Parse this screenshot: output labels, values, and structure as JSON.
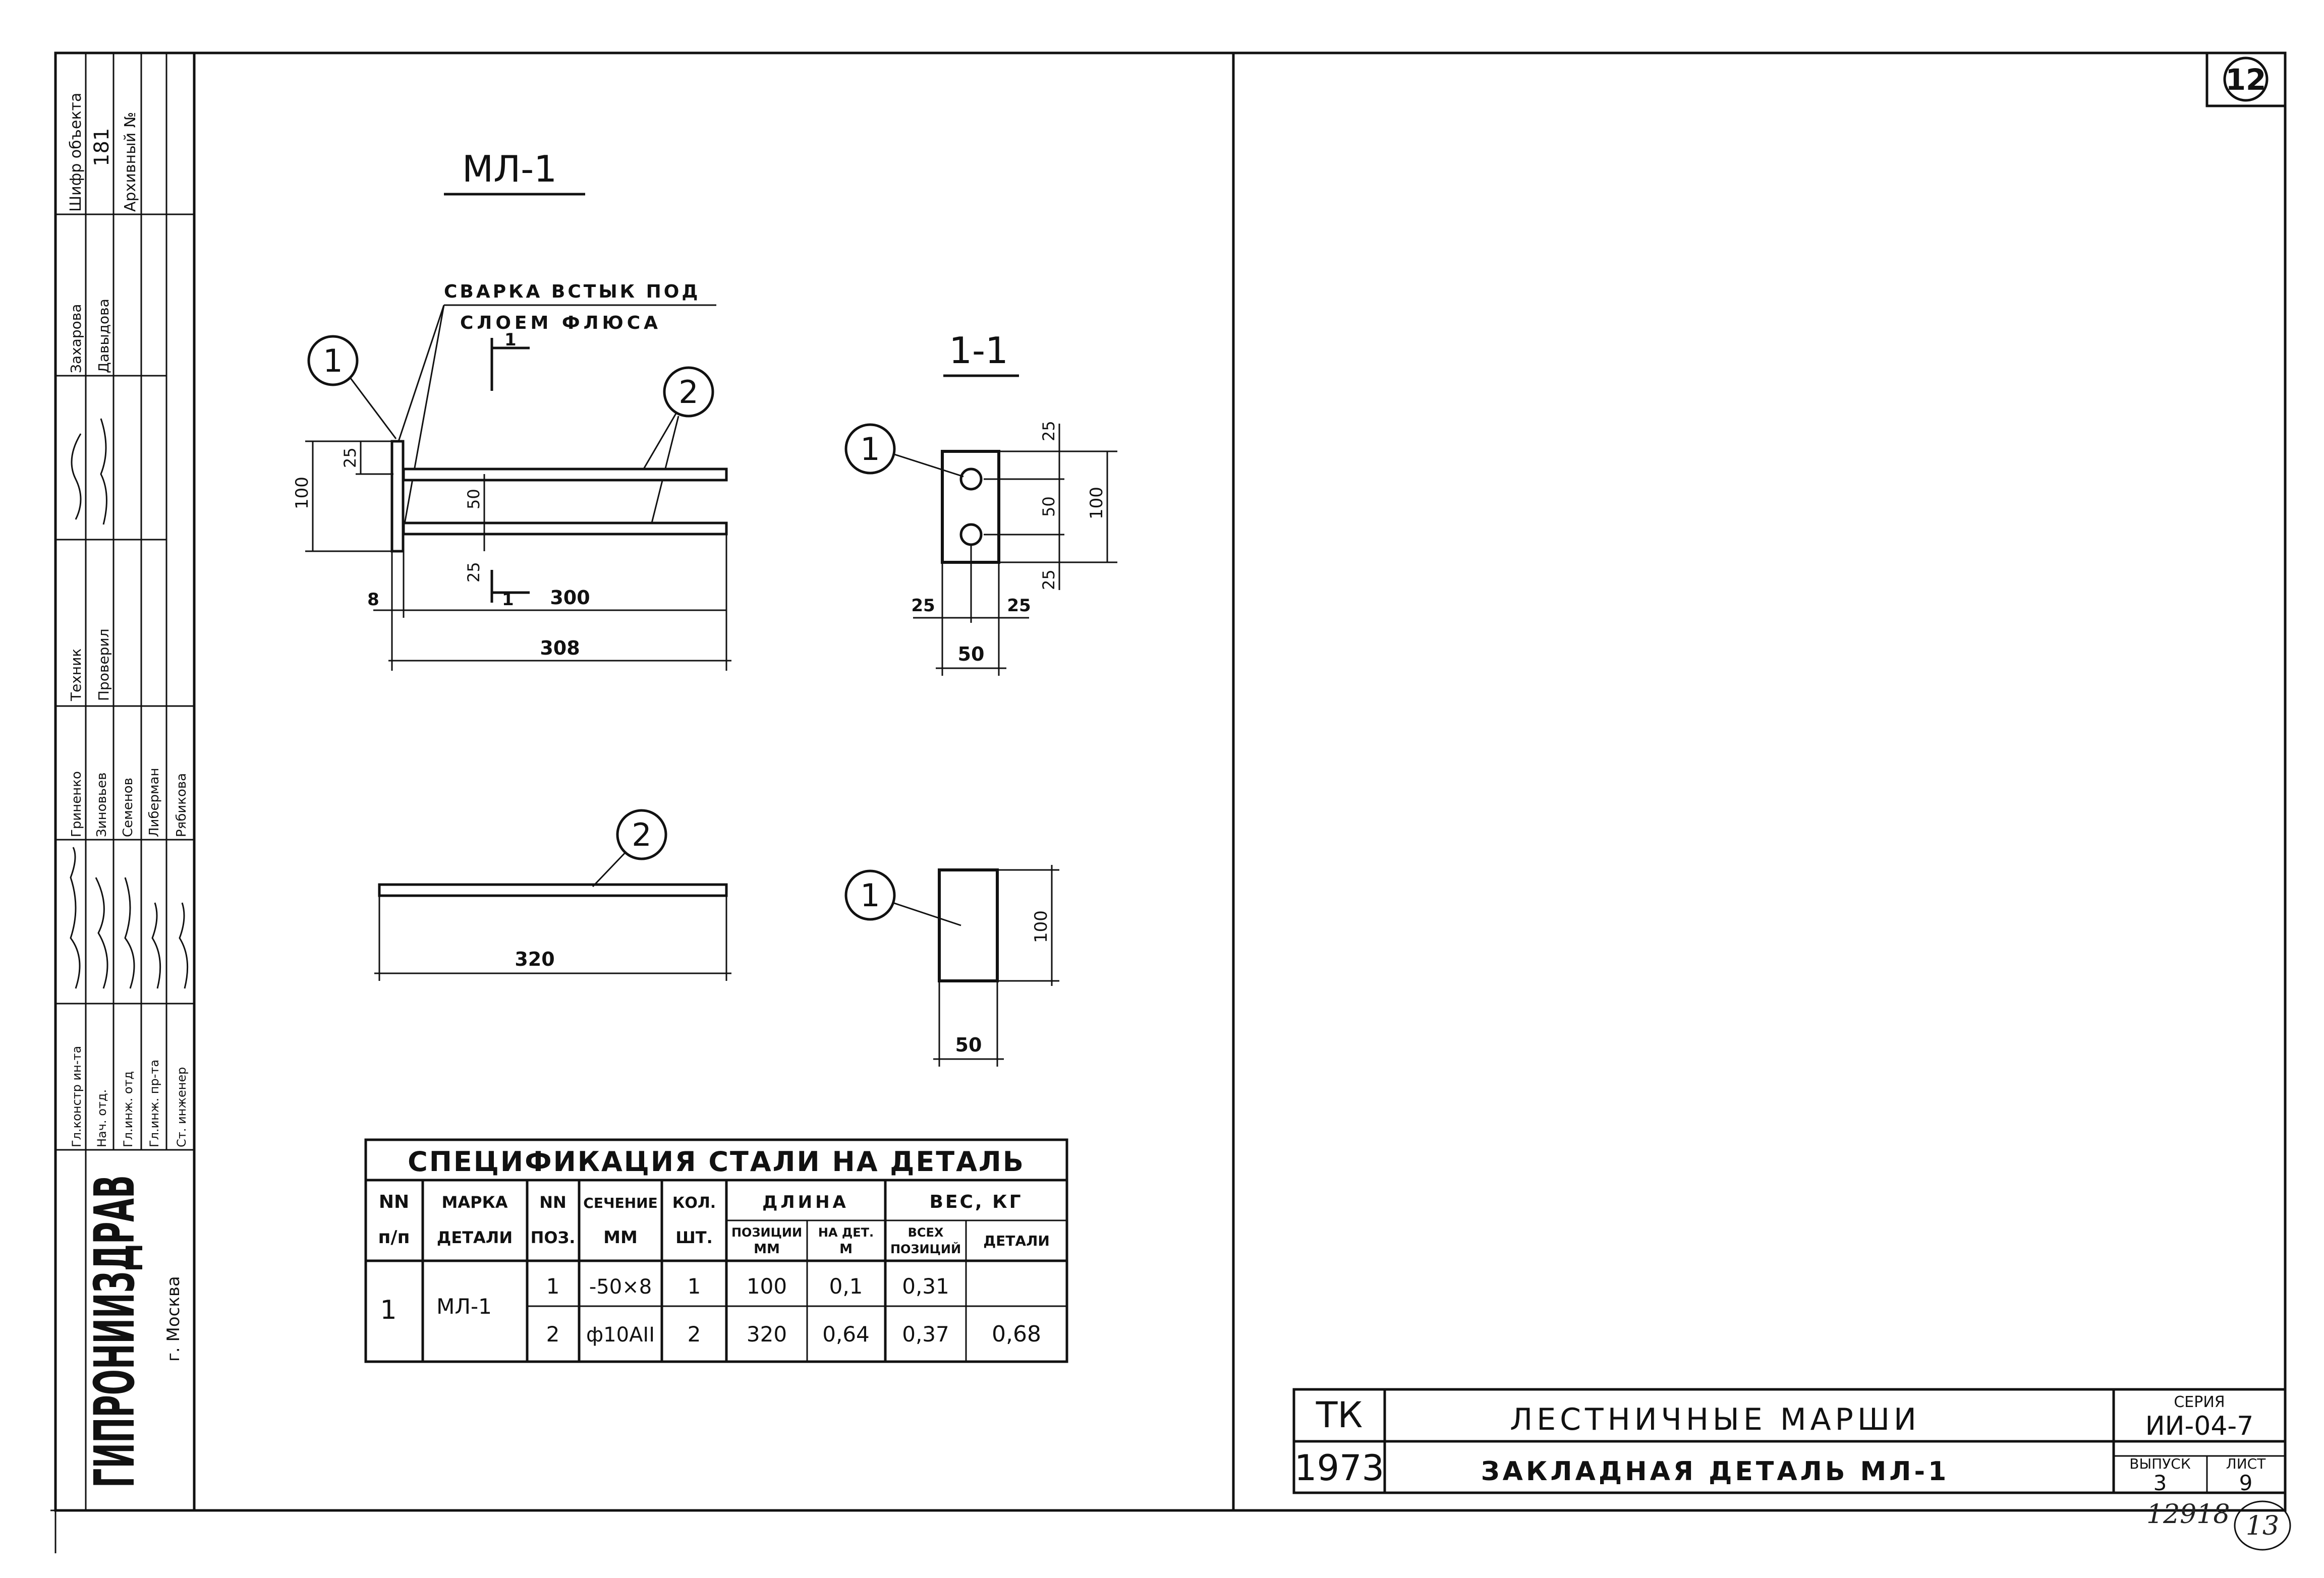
{
  "sheet_number": "12",
  "sheet_number_alt": "13",
  "archive_code": "12918",
  "side_stamp": {
    "object_code_label": "Шифр объекта",
    "object_code": "181",
    "archive_label": "Архивный №",
    "roles": [
      "Гл.констр ин-та",
      "Нач. отд.",
      "Гл.инж. отд",
      "Гл.инж. пр-та",
      "Ст. инженер",
      "Техник",
      "Проверил"
    ],
    "names": [
      "Гриненко",
      "Зиновьев",
      "Семенов",
      "Либерман",
      "Рябикова",
      "Захарова",
      "Давыдова"
    ],
    "organization": "ГИПРОНИИЗДРАВ",
    "city": "г. Москва"
  },
  "views": {
    "main_title": "МЛ-1",
    "section_title": "1-1",
    "weld_note_line1": "СВАРКА ВСТЫК ПОД",
    "weld_note_line2": "СЛОЕМ ФЛЮСА",
    "section_mark": "1",
    "callout_1": "1",
    "callout_2": "2",
    "dims": {
      "plate_height": "100",
      "edge_25_top": "25",
      "between_bars": "50",
      "edge_25_bottom": "25",
      "plate_thick": "8",
      "bar_projection": "300",
      "overall": "308",
      "sec_top": "25",
      "sec_mid": "50",
      "sec_bot": "25",
      "sec_height": "100",
      "sec_left": "25",
      "sec_right": "25",
      "sec_width": "50",
      "bar_length": "320",
      "plate_h2": "100",
      "plate_w2": "50"
    }
  },
  "spec_table": {
    "title": "СПЕЦИФИКАЦИЯ СТАЛИ НА ДЕТАЛЬ",
    "headers": {
      "nn": "NN",
      "pp": "п/п",
      "marka": "МАРКА",
      "detali": "ДЕТАЛИ",
      "nn2": "NN",
      "poz": "ПОЗ.",
      "sechenie": "СЕЧЕНИЕ",
      "mm": "ММ",
      "kol": "КОЛ.",
      "sht": "ШТ.",
      "dlina": "ДЛИНА",
      "poz_mm_1": "ПОЗИЦИИ",
      "poz_mm_2": "ММ",
      "na_det_1": "НА ДЕТ.",
      "na_det_2": "М",
      "ves": "ВЕС, КГ",
      "vseh_1": "ВСЕХ",
      "vseh_2": "ПОЗИЦИЙ",
      "detali_w": "ДЕТАЛИ"
    },
    "detail_no": "1",
    "detail_mark": "МЛ-1",
    "rows": [
      {
        "pos": "1",
        "section": "-50×8",
        "qty": "1",
        "len_pos": "100",
        "len_det": "0,1",
        "w_all": "0,31"
      },
      {
        "pos": "2",
        "section": "ф10АII",
        "qty": "2",
        "len_pos": "320",
        "len_det": "0,64",
        "w_all": "0,37"
      }
    ],
    "weight_detail": "0,68"
  },
  "title_block": {
    "tk": "ТК",
    "year": "1973",
    "name_line1": "ЛЕСТНИЧНЫЕ МАРШИ",
    "name_line2": "ЗАКЛАДНАЯ ДЕТАЛЬ МЛ-1",
    "series_label": "СЕРИЯ",
    "series": "ИИ-04-7",
    "issue_label": "ВЫПУСК",
    "issue": "3",
    "sheet_label": "ЛИСТ",
    "sheet": "9"
  }
}
